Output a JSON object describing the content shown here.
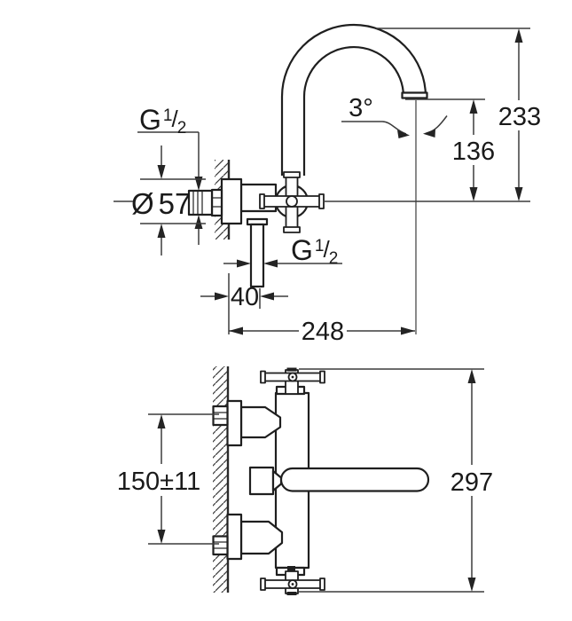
{
  "drawing": {
    "side_view": {
      "thread_label_wall": {
        "letter": "G",
        "sup": "1",
        "slash": "/",
        "sub": "2"
      },
      "escutcheon_diameter": {
        "symbol": "Ø",
        "value": "57"
      },
      "swivel_angle": "3°",
      "outlet_height": "136",
      "overall_height": "233",
      "thread_label_outlet": {
        "letter": "G",
        "sup": "1",
        "slash": "/",
        "sub": "2"
      },
      "wall_offset": "40",
      "spout_reach": "248"
    },
    "front_view": {
      "connection_spacing": "150±11",
      "overall_height": "297"
    }
  }
}
